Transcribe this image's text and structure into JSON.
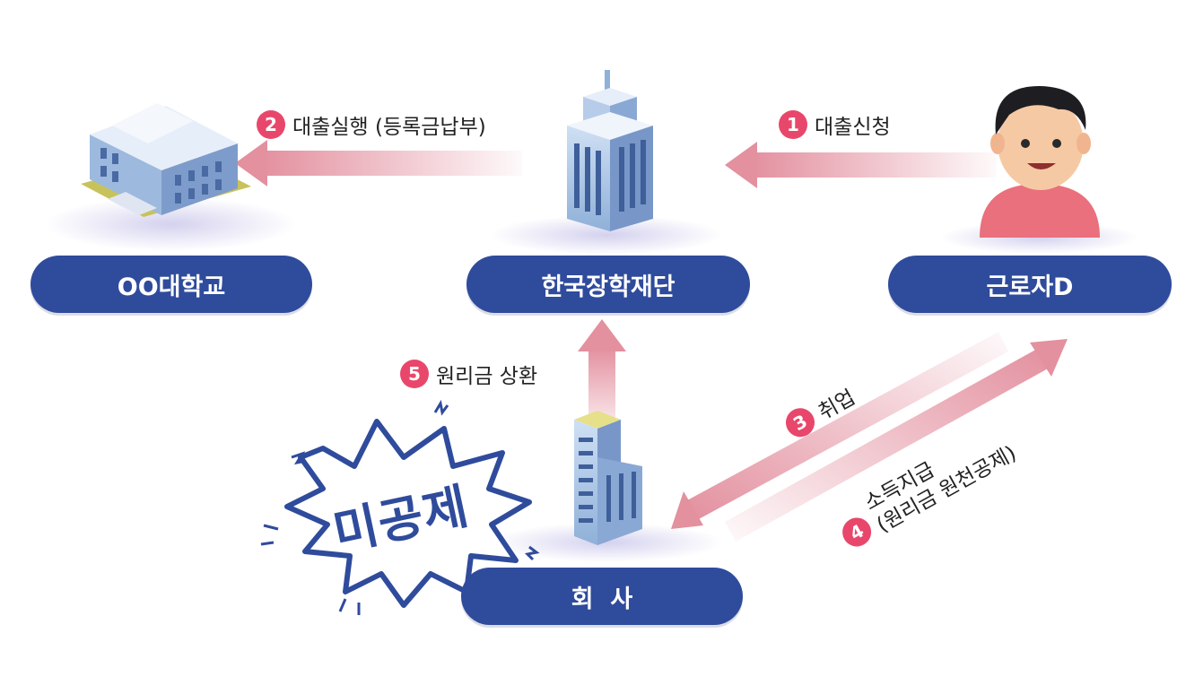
{
  "nodes": {
    "university": "OO대학교",
    "foundation": "한국장학재단",
    "worker": "근로자D",
    "company": "회  사"
  },
  "steps": {
    "s1": {
      "num": "1",
      "label": "대출신청"
    },
    "s2": {
      "num": "2",
      "label": "대출실행 (등록금납부)"
    },
    "s3": {
      "num": "3",
      "label": "취업"
    },
    "s4": {
      "num": "4",
      "line1": "소득지급",
      "line2": "(원리금 원천공제)"
    },
    "s5": {
      "num": "5",
      "label": "원리금 상환"
    }
  },
  "burst": {
    "label": "미공제"
  },
  "colors": {
    "node": "#2f4b9c",
    "badge": "#e8476b",
    "arrow": "#e3909f",
    "burst": "#2f4b9c"
  }
}
